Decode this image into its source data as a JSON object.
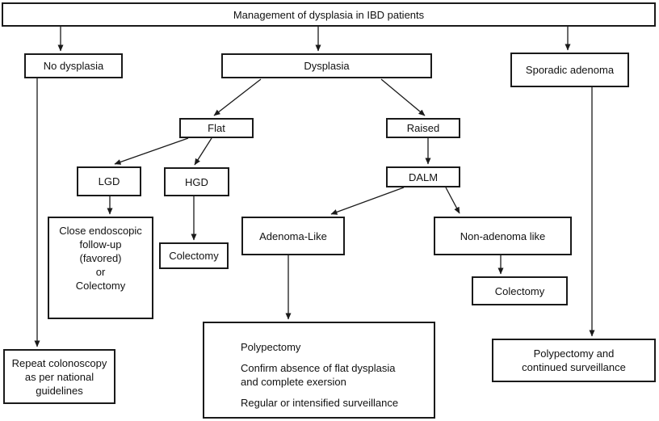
{
  "colors": {
    "background": "#ffffff",
    "box_border": "#1a1a1a",
    "arrow_line": "#1a1a1a",
    "text": "#111111"
  },
  "nodes": {
    "title": {
      "label": "Management of dysplasia in IBD patients"
    },
    "no_dysplasia": {
      "label": "No dysplasia"
    },
    "dysplasia": {
      "label": "Dysplasia"
    },
    "sporadic_adenoma": {
      "label": "Sporadic adenoma"
    },
    "flat": {
      "label": "Flat"
    },
    "raised": {
      "label": "Raised"
    },
    "lgd": {
      "label": "LGD"
    },
    "hgd": {
      "label": "HGD"
    },
    "dalm": {
      "label": "DALM"
    },
    "lgd_outcome": {
      "lines": [
        "Close endoscopic",
        "follow-up",
        "(favored)",
        "or",
        "Colectomy"
      ]
    },
    "hgd_outcome": {
      "label": "Colectomy"
    },
    "adenoma_like": {
      "label": "Adenoma-Like"
    },
    "non_adenoma_like": {
      "label": "Non-adenoma like"
    },
    "non_adenoma_outcome": {
      "label": "Colectomy"
    },
    "no_dysplasia_outcome": {
      "lines": [
        "Repeat colonoscopy",
        "as per national",
        "guidelines"
      ]
    },
    "adenoma_like_outcome": {
      "paragraphs": [
        [
          "Polypectomy"
        ],
        [
          "Confirm absence of flat dysplasia",
          "and complete exersion"
        ],
        [
          "Regular or intensified surveillance"
        ]
      ]
    },
    "sporadic_outcome": {
      "lines": [
        "Polypectomy and",
        "continued surveillance"
      ]
    }
  },
  "edges": [
    {
      "from": "title",
      "to": "no_dysplasia"
    },
    {
      "from": "title",
      "to": "dysplasia"
    },
    {
      "from": "title",
      "to": "sporadic_adenoma"
    },
    {
      "from": "no_dysplasia",
      "to": "no_dysplasia_outcome"
    },
    {
      "from": "dysplasia",
      "to": "flat"
    },
    {
      "from": "dysplasia",
      "to": "raised"
    },
    {
      "from": "flat",
      "to": "lgd"
    },
    {
      "from": "flat",
      "to": "hgd"
    },
    {
      "from": "raised",
      "to": "dalm"
    },
    {
      "from": "lgd",
      "to": "lgd_outcome"
    },
    {
      "from": "hgd",
      "to": "hgd_outcome"
    },
    {
      "from": "dalm",
      "to": "adenoma_like"
    },
    {
      "from": "dalm",
      "to": "non_adenoma_like"
    },
    {
      "from": "adenoma_like",
      "to": "adenoma_like_outcome"
    },
    {
      "from": "non_adenoma_like",
      "to": "non_adenoma_outcome"
    },
    {
      "from": "sporadic_adenoma",
      "to": "sporadic_outcome"
    }
  ]
}
